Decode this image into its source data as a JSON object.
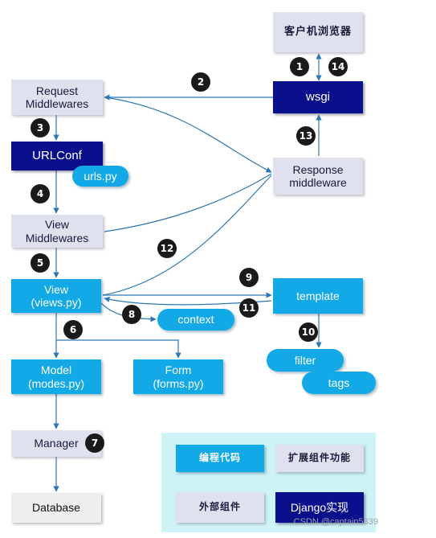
{
  "nodes": {
    "browser": "客户机浏览器",
    "wsgi": "wsgi",
    "request_mw": "Request\nMiddlewares",
    "urlconf": "URLConf",
    "urls_py": "urls.py",
    "response_mw": "Response\nmiddleware",
    "view_mw": "View\nMiddlewares",
    "view": "View\n(views.py)",
    "template": "template",
    "context": "context",
    "filter": "filter",
    "tags": "tags",
    "model": "Model\n(modes.py)",
    "form": "Form\n(forms.py)",
    "manager": "Manager",
    "database": "Database"
  },
  "steps": [
    "1",
    "2",
    "3",
    "4",
    "5",
    "6",
    "7",
    "8",
    "9",
    "10",
    "11",
    "12",
    "13",
    "14"
  ],
  "legend": {
    "code": "编程代码",
    "extension": "扩展组件功能",
    "external": "外部组件",
    "django": "Django实现"
  },
  "watermark": "CSDN @captain5339",
  "colors": {
    "lavender": "#dfe1ef",
    "navy": "#0a0f8c",
    "cyan": "#12a9e6",
    "gray": "#eeeeee",
    "legend_bg": "#cdf3f6",
    "arrow": "#2e77b5"
  }
}
